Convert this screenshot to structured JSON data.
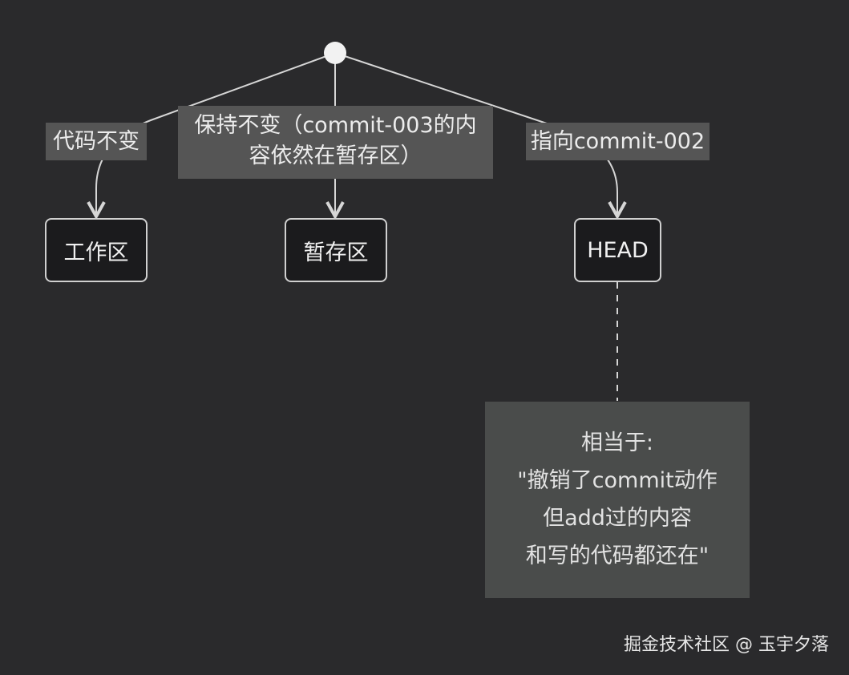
{
  "nodes": {
    "working": "工作区",
    "staging": "暂存区",
    "head": "HEAD"
  },
  "edges": {
    "to_working": "代码不变",
    "to_staging_line1": "保持不变（commit-003的内",
    "to_staging_line2": "容依然在暂存区）",
    "to_head": "指向commit-002"
  },
  "note": {
    "lines": [
      "相当于:",
      "\"撤销了commit动作",
      "但add过的内容",
      "和写的代码都还在\""
    ]
  },
  "watermark": "掘金技术社区 @ 玉宇夕落",
  "colors": {
    "background": "#2a2a2c",
    "node_fill": "#1b1b1d",
    "node_border": "#d0d0d0",
    "edge": "#d6d6d6",
    "label_fill": "#555555",
    "note_fill": "#4a4c4b"
  }
}
